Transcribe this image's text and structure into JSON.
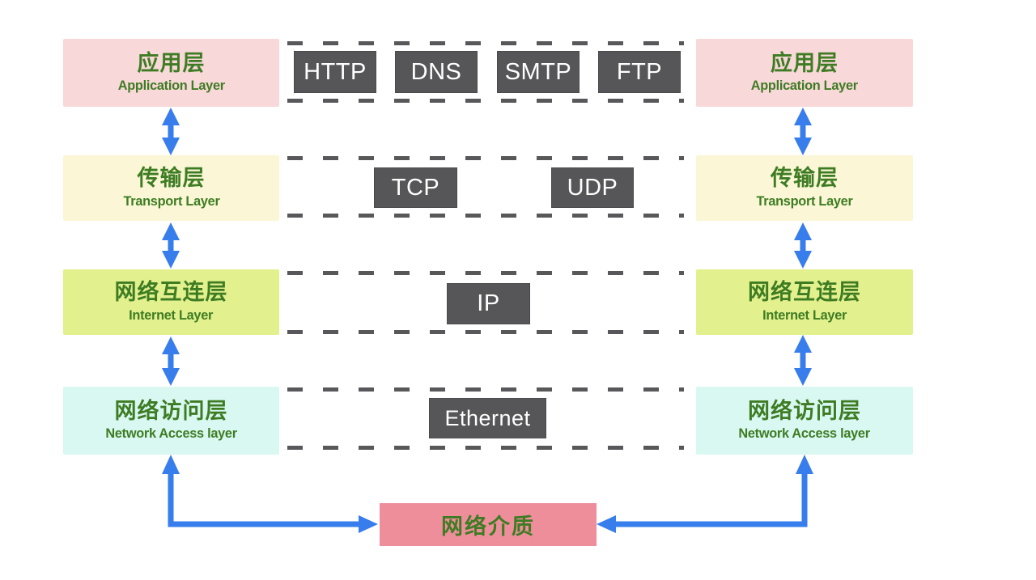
{
  "diagram": {
    "description_visible": false
  },
  "layers": [
    {
      "zh": "应用层",
      "en": "Application Layer"
    },
    {
      "zh": "传输层",
      "en": "Transport Layer"
    },
    {
      "zh": "网络互连层",
      "en": "Internet Layer"
    },
    {
      "zh": "网络访问层",
      "en": "Network Access layer"
    }
  ],
  "protocols": {
    "application": [
      "HTTP",
      "DNS",
      "SMTP",
      "FTP"
    ],
    "transport": [
      "TCP",
      "UDP"
    ],
    "internet": [
      "IP"
    ],
    "network_access": [
      "Ethernet"
    ]
  },
  "medium": {
    "label": "网络介质"
  },
  "colors": {
    "application_bg": "#f9d8d9",
    "transport_bg": "#fbf7d6",
    "internet_bg": "#e2f08d",
    "network_access_bg": "#d8f8f1",
    "medium_bg": "#ee8e9b",
    "protocol_box_bg": "#565659",
    "protocol_text": "#ffffff",
    "layer_text_green": "#3e7c23",
    "arrow_blue": "#377deb",
    "dash_gray": "#58585b",
    "background": "#ffffff"
  }
}
